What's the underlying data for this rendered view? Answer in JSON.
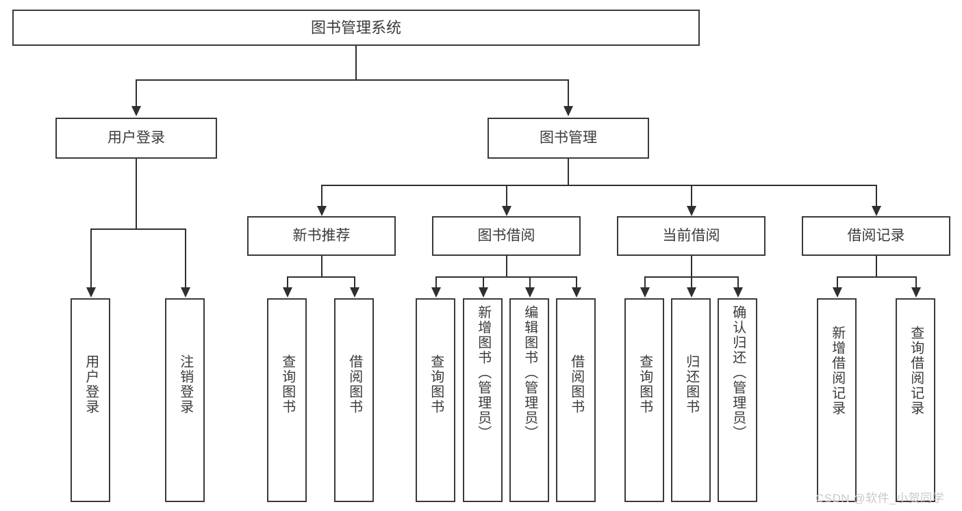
{
  "diagram": {
    "title": "图书管理系统",
    "type": "tree-hierarchy",
    "root": {
      "label": "图书管理系统"
    },
    "level2": [
      {
        "label": "用户登录"
      },
      {
        "label": "图书管理"
      }
    ],
    "level3": [
      {
        "label": "新书推荐"
      },
      {
        "label": "图书借阅"
      },
      {
        "label": "当前借阅"
      },
      {
        "label": "借阅记录"
      }
    ],
    "leaves": {
      "user_login": [
        {
          "label": "用户登录"
        },
        {
          "label": "注销登录"
        }
      ],
      "new_book_recommend": [
        {
          "label": "查询图书"
        },
        {
          "label": "借阅图书"
        }
      ],
      "book_borrow": [
        {
          "label": "查询图书"
        },
        {
          "label": "新增图书（管理员）"
        },
        {
          "label": "编辑图书（管理员）"
        },
        {
          "label": "借阅图书"
        }
      ],
      "current_borrow": [
        {
          "label": "查询图书"
        },
        {
          "label": "归还图书"
        },
        {
          "label": "确认归还（管理员）"
        }
      ],
      "borrow_record": [
        {
          "label": "新增借阅记录"
        },
        {
          "label": "查询借阅记录"
        }
      ]
    }
  },
  "watermark": {
    "text": "CSDN @软件_小贺同学"
  },
  "colors": {
    "stroke": "#3a3a3a",
    "connector": "#2f2f2f",
    "text": "#3b3b3b",
    "background": "#ffffff",
    "watermark": "#c9c9c9"
  }
}
